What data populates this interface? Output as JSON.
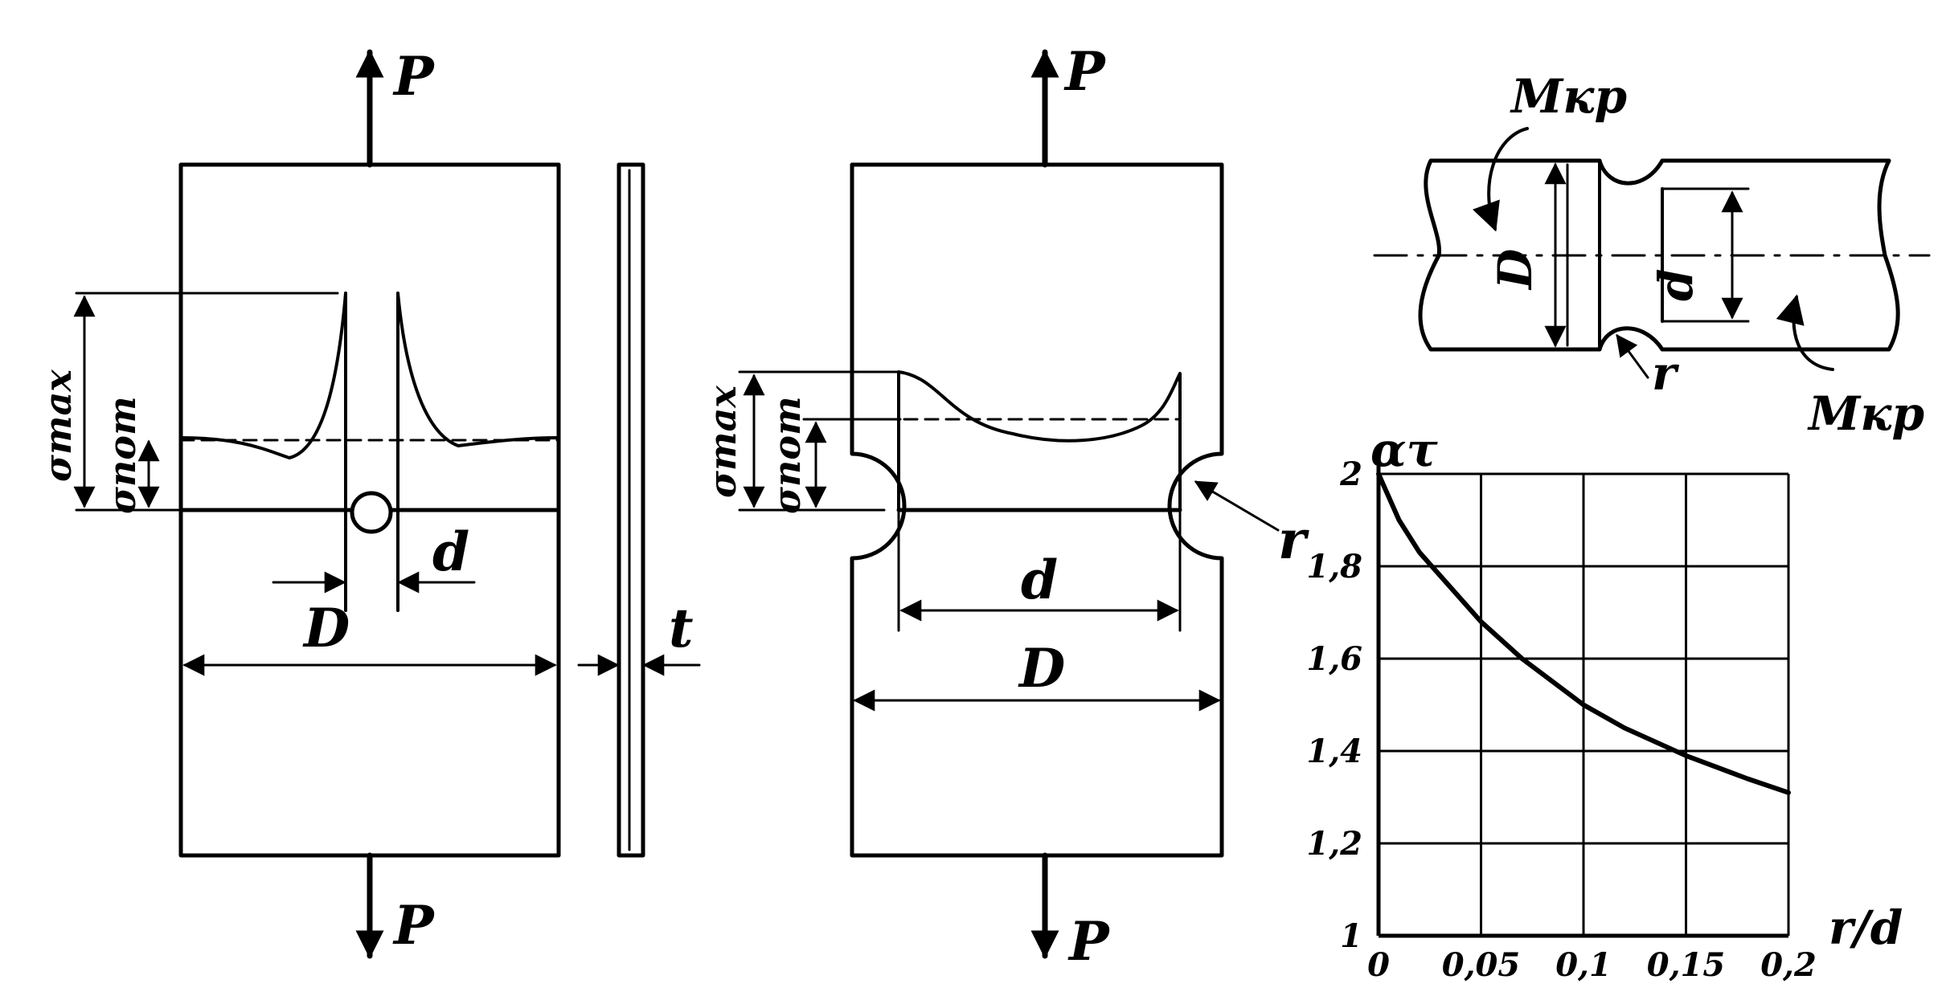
{
  "labels": {
    "force": "P",
    "sigma_max": "σmax",
    "sigma_nom": "σnom",
    "d": "d",
    "D": "D",
    "t": "t",
    "r": "r",
    "torque": "Mкр",
    "shaft_D": "D",
    "shaft_d": "d"
  },
  "chart_data": {
    "type": "line",
    "ylabel": "ατ",
    "xlabel": "r/d",
    "x_ticks": [
      "0",
      "0,05",
      "0,1",
      "0,15",
      "0,2"
    ],
    "y_ticks": [
      "1",
      "1,2",
      "1,4",
      "1,6",
      "1,8",
      "2"
    ],
    "xlim": [
      0,
      0.2
    ],
    "ylim": [
      1,
      2
    ],
    "grid": true,
    "series": [
      {
        "x": [
          0,
          0.01,
          0.02,
          0.03,
          0.05,
          0.07,
          0.1,
          0.12,
          0.15,
          0.18,
          0.2
        ],
        "values": [
          2.0,
          1.9,
          1.83,
          1.78,
          1.68,
          1.6,
          1.5,
          1.45,
          1.39,
          1.34,
          1.31
        ]
      }
    ]
  }
}
